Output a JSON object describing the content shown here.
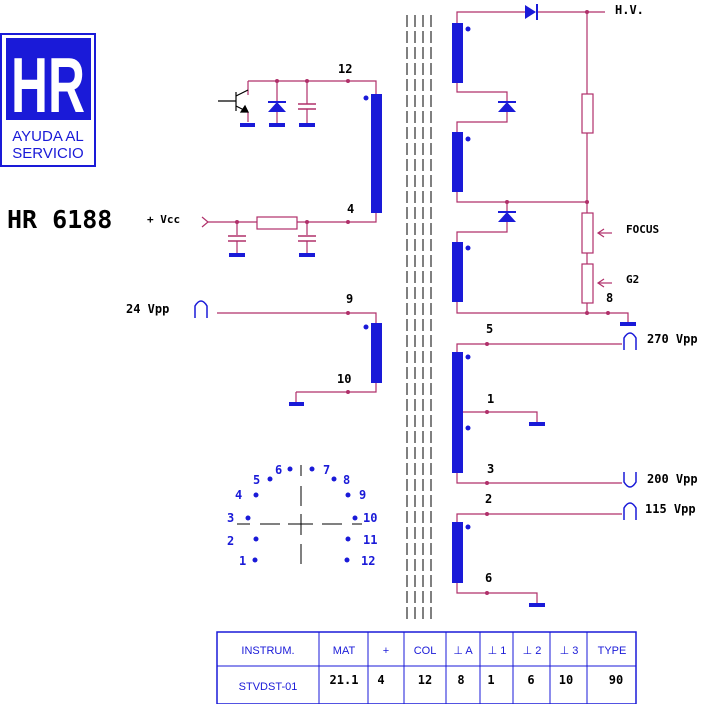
{
  "logo": {
    "letters": "HR",
    "tagline_line1": "AYUDA AL",
    "tagline_line2": "SERVICIO"
  },
  "model": "HR 6188",
  "colors": {
    "wire": "#b0306a",
    "component": "#1a1ad8",
    "text": "#000000",
    "table_text": "#1a1ad8"
  },
  "labels": {
    "vcc": "+ Vcc",
    "vpp24": "24 Vpp",
    "hv": "H.V.",
    "focus": "FOCUS",
    "g2": "G2",
    "vpp270": "270 Vpp",
    "vpp200": "200 Vpp",
    "vpp115": "115 Vpp"
  },
  "pins": {
    "p12": "12",
    "p4": "4",
    "p9": "9",
    "p10": "10",
    "p8": "8",
    "p5": "5",
    "p1": "1",
    "p3": "3",
    "p2": "2",
    "p6": "6"
  },
  "pinout": [
    "1",
    "2",
    "3",
    "4",
    "5",
    "6",
    "7",
    "8",
    "9",
    "10",
    "11",
    "12"
  ],
  "table": {
    "headers": [
      "INSTRUM.",
      "MAT",
      "+",
      "COL",
      "⊥ A",
      "⊥ 1",
      "⊥ 2",
      "⊥ 3",
      "TYPE"
    ],
    "values": [
      "STVDST-01",
      "21.1",
      "4",
      "12",
      "8",
      "1",
      "6",
      "10",
      "90"
    ]
  }
}
